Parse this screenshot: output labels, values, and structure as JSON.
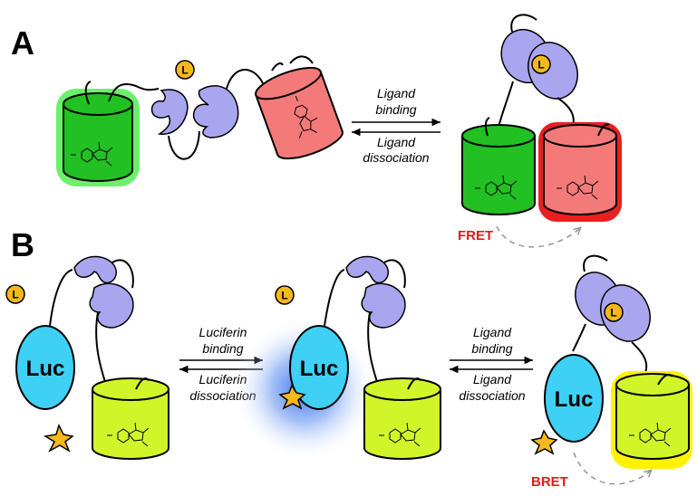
{
  "panels": {
    "a": {
      "label": "A"
    },
    "b": {
      "label": "B"
    }
  },
  "ligand": {
    "label": "L"
  },
  "luciferase": {
    "label": "Luc"
  },
  "arrows": {
    "a_forward": "Ligand binding",
    "a_reverse": "Ligand dissociation",
    "b1_forward": "Luciferin binding",
    "b1_reverse": "Luciferin dissociation",
    "b2_forward": "Ligand binding",
    "b2_reverse": "Ligand dissociation"
  },
  "arrow_lines": {
    "a_forward_1": "Ligand",
    "a_forward_2": "binding",
    "a_reverse_1": "Ligand",
    "a_reverse_2": "dissociation",
    "b1_forward_1": "Luciferin",
    "b1_forward_2": "binding",
    "b1_reverse_1": "Luciferin",
    "b1_reverse_2": "dissociation",
    "b2_forward_1": "Ligand",
    "b2_forward_2": "binding",
    "b2_reverse_1": "Ligand",
    "b2_reverse_2": "dissociation"
  },
  "transfer": {
    "fret": "FRET",
    "bret": "BRET"
  },
  "colors": {
    "green_fp": "#22c022",
    "green_glow": "#6cf06c",
    "red_fp": "#f47a7a",
    "red_glow": "#e82020",
    "yellow_fp": "#d2f52a",
    "yellow_glow": "#fff200",
    "binding_domain": "#a9a5ee",
    "luciferase": "#3ed0f5",
    "ligand": "#f6b81a",
    "luciferin_star": "#f6b81a",
    "bioluminescence": "#2a64e8",
    "transfer_label": "#e21b1b"
  }
}
